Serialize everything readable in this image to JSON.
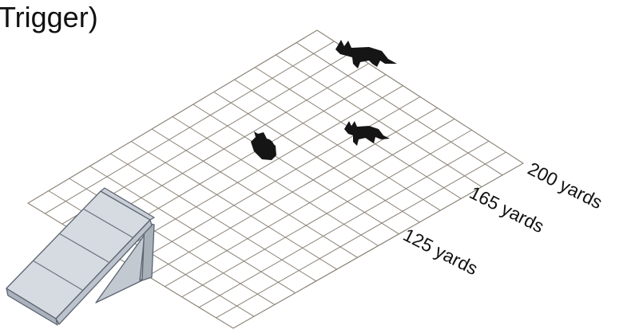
{
  "title": "Trigger)",
  "distances": [
    {
      "label": "200 yards"
    },
    {
      "label": "165 yards"
    },
    {
      "label": "125 yards"
    }
  ],
  "colors": {
    "grid_line": "#8a8276",
    "target": "#151515",
    "ramp_top": "#d6dbe2",
    "ramp_side": "#b8bfc9",
    "ramp_edge": "#5c6470"
  },
  "icons": {
    "targets": [
      "fox-target-icon",
      "rabbit-target-icon",
      "fox-target-icon"
    ],
    "ramp": "launch-ramp-icon"
  }
}
